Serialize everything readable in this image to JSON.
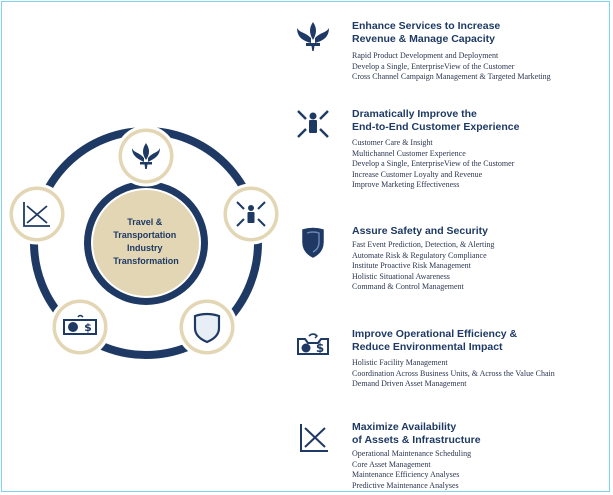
{
  "center": {
    "lines": [
      "Travel &",
      "Transportation",
      "Industry",
      "Transformation"
    ]
  },
  "colors": {
    "navy": "#1e3a64",
    "tan": "#e3d6b4",
    "ring": "#1e3a64",
    "node_fill": "#ffffff",
    "border": "#7fd3ec"
  },
  "sections": [
    {
      "icon": "fleur-icon",
      "title_lines": [
        "Enhance Services to Increase",
        "Revenue & Manage Capacity"
      ],
      "items": [
        "Rapid Product Development and Deployment",
        "Develop a Single, EnterpriseView of the Customer",
        "Cross Channel Campaign Management & Targeted Marketing"
      ]
    },
    {
      "icon": "person-arrows-icon",
      "title_lines": [
        "Dramatically Improve the",
        "End-to-End Customer Experience"
      ],
      "items": [
        "Customer Care & Insight",
        "Multichannel Customer Experience",
        "Develop a Single, EnterpriseView of the Customer",
        "Increase Customer Loyalty and Revenue",
        "Improve Marketing Effectiveness"
      ]
    },
    {
      "icon": "shield-icon",
      "title_lines": [
        "Assure Safety and Security"
      ],
      "items": [
        "Fast Event Prediction, Detection, & Alerting",
        "Automate Risk & Regulatory Compliance",
        "Institute Proactive Risk Management",
        "Holistic Situational Awareness",
        "Command & Control Management"
      ]
    },
    {
      "icon": "currency-exchange-icon",
      "title_lines": [
        "Improve Operational Efficiency &",
        "Reduce Environmental Impact"
      ],
      "items": [
        "Holistic Facility Management",
        "Coordination Across Business Units, & Across the Value Chain",
        "Demand Driven Asset Management"
      ]
    },
    {
      "icon": "chart-cross-icon",
      "title_lines": [
        "Maximize Availability",
        "of Assets & Infrastructure"
      ],
      "items": [
        "Operational Maintenance Scheduling",
        "Core Asset Management",
        "Maintenance Efficiency Analyses",
        "Predictive Maintenance Analyses"
      ]
    }
  ]
}
